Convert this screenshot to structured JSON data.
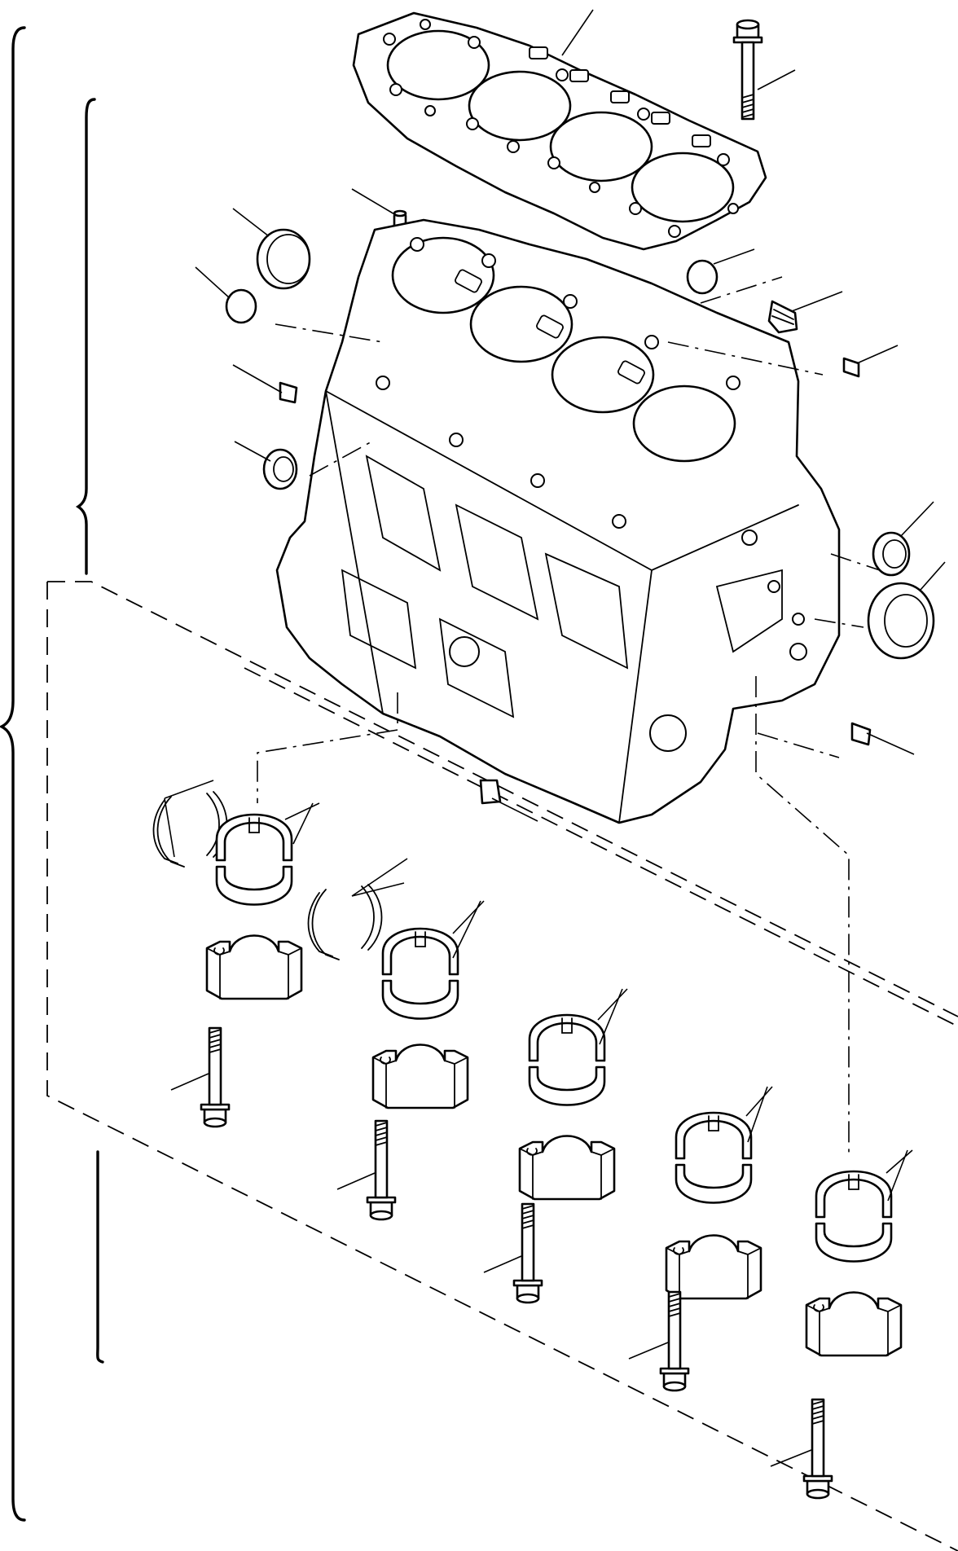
{
  "diagram": {
    "type": "exploded-parts-view",
    "colors": {
      "ink": "#000000",
      "paper": "#ffffff"
    },
    "parts": [
      {
        "id": "head-gasket",
        "icon": "head-gasket-icon"
      },
      {
        "id": "head-bolt",
        "icon": "bolt-icon"
      },
      {
        "id": "cylinder-block",
        "icon": "cylinder-block-icon"
      },
      {
        "id": "dowel-pin",
        "icon": "pin-icon"
      },
      {
        "id": "expansion-plug-large",
        "icon": "plug-icon"
      },
      {
        "id": "expansion-plug-small",
        "icon": "plug-icon"
      },
      {
        "id": "plug-screw",
        "icon": "plug-screw-icon"
      },
      {
        "id": "oil-seal",
        "icon": "seal-icon"
      },
      {
        "id": "camshaft-bushing",
        "icon": "bushing-icon"
      },
      {
        "id": "thrust-washer",
        "icon": "thrust-washer-icon"
      },
      {
        "id": "main-bearing",
        "icon": "bearing-shell-icon"
      },
      {
        "id": "main-bearing-cap",
        "icon": "bearing-cap-icon"
      },
      {
        "id": "main-bearing-cap-bolt",
        "icon": "bolt-icon"
      }
    ]
  }
}
